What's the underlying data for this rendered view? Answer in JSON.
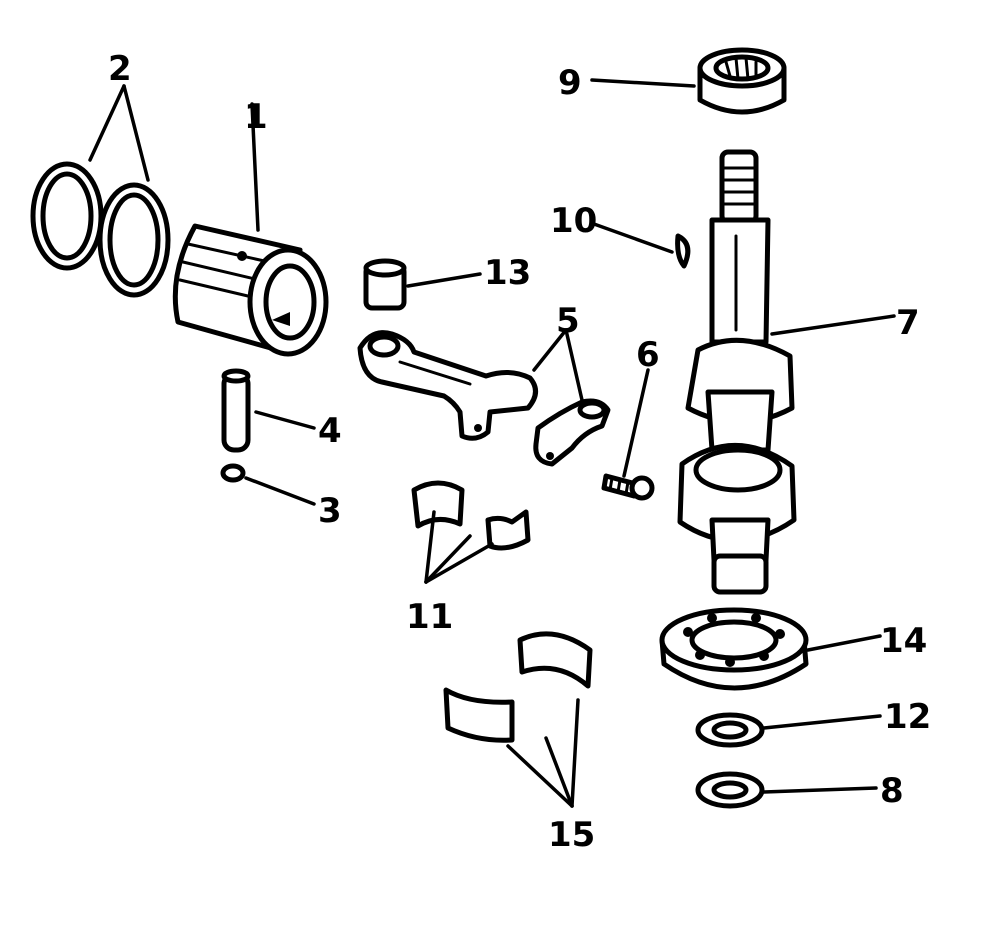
{
  "diagram": {
    "callouts": [
      {
        "id": "2",
        "text": "2"
      },
      {
        "id": "1",
        "text": "1"
      },
      {
        "id": "9",
        "text": "9"
      },
      {
        "id": "10",
        "text": "10"
      },
      {
        "id": "13",
        "text": "13"
      },
      {
        "id": "5",
        "text": "5"
      },
      {
        "id": "7",
        "text": "7"
      },
      {
        "id": "6",
        "text": "6"
      },
      {
        "id": "4",
        "text": "4"
      },
      {
        "id": "3",
        "text": "3"
      },
      {
        "id": "11",
        "text": "11"
      },
      {
        "id": "14",
        "text": "14"
      },
      {
        "id": "12",
        "text": "12"
      },
      {
        "id": "8",
        "text": "8"
      },
      {
        "id": "15",
        "text": "15"
      }
    ],
    "colors": {
      "ink": "#000000",
      "paper": "#ffffff"
    }
  }
}
